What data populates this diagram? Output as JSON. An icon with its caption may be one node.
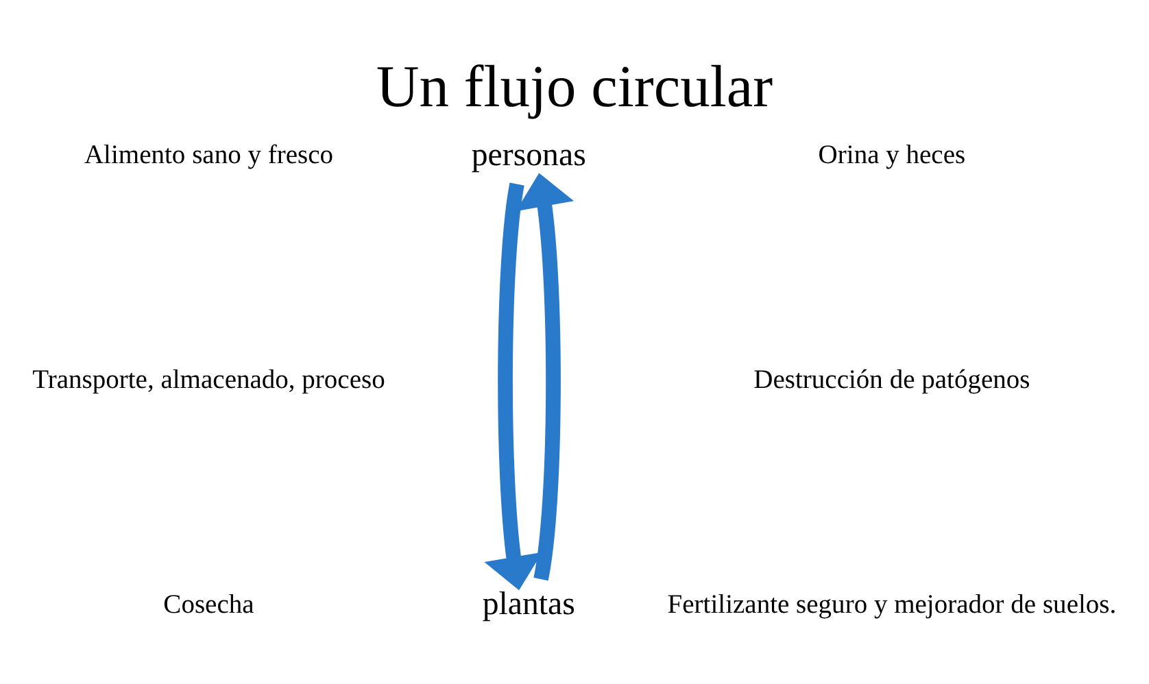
{
  "diagram": {
    "title": "Un flujo circular",
    "nodes": [
      {
        "text": [
          "personas"
        ]
      },
      {
        "text": [
          "plantas"
        ]
      }
    ],
    "edges": [
      {
        "from": 1,
        "to": 0,
        "arrow": "to"
      },
      {
        "from": 0,
        "to": 1,
        "arrow": "to"
      }
    ],
    "labels": [
      "Alimento sano y fresco",
      "Orina y heces",
      "Transporte, almacenado, proceso",
      "Destrucción de patógenos",
      "Cosecha",
      "Fertilizante seguro y mejorador de suelos."
    ]
  }
}
